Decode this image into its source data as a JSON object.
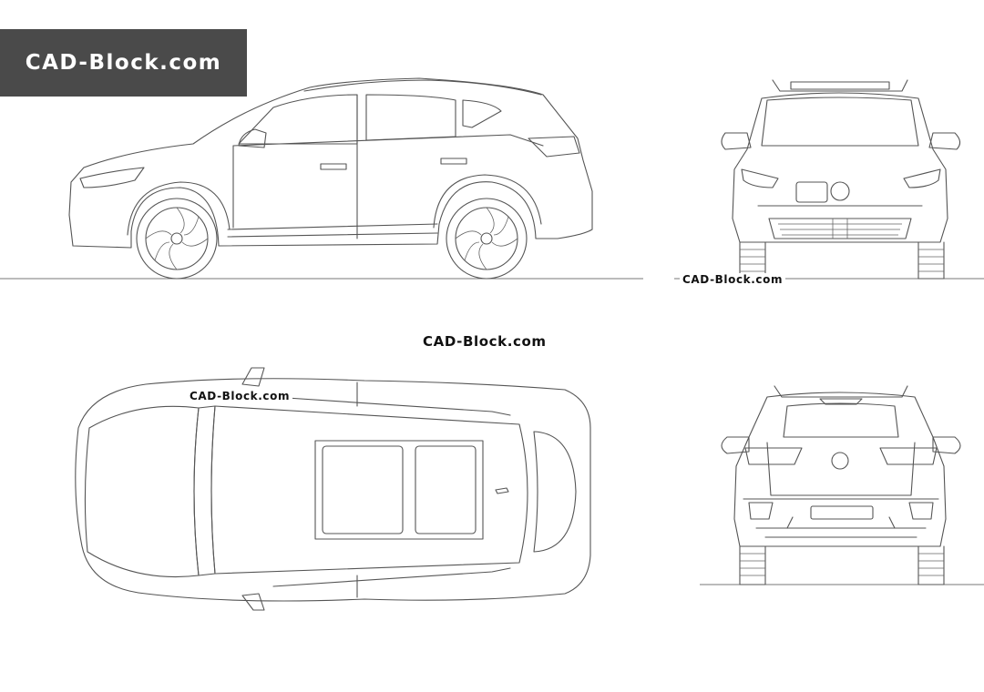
{
  "banner": {
    "text": "CAD-Block.com"
  },
  "watermarks": {
    "front": "CAD-Block.com",
    "middle": "CAD-Block.com",
    "top": "CAD-Block.com"
  },
  "colors": {
    "banner_bg": "#4a4a4a",
    "banner_text": "#ffffff",
    "line": "#555555",
    "background": "#ffffff"
  }
}
